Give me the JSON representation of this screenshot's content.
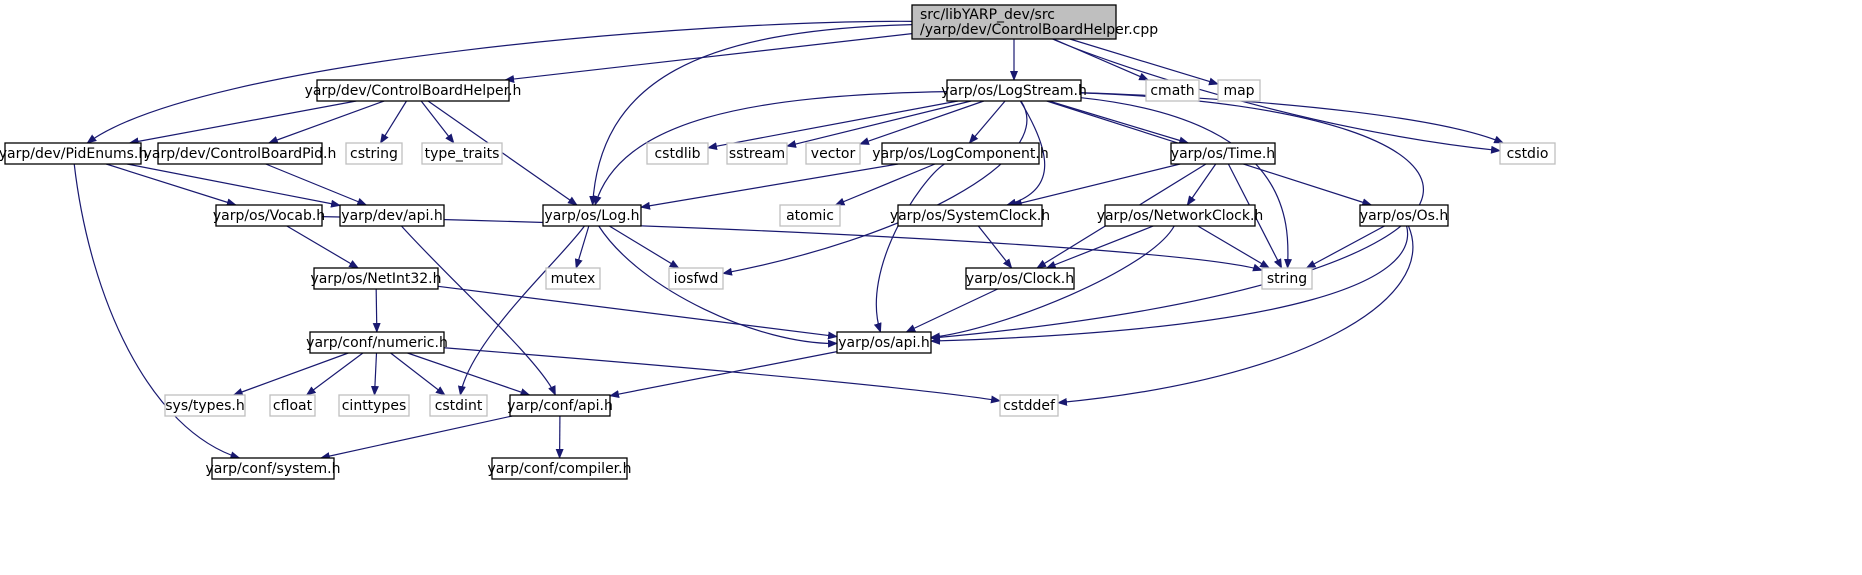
{
  "colors": {
    "edge": "#191970",
    "box_border": "#000000",
    "box_fill": "#ffffff",
    "root_fill": "#bfbfbf",
    "system_border": "#bfbfbf",
    "text": "#000000"
  },
  "nodes": [
    {
      "id": "root",
      "lines": [
        "src/libYARP_dev/src",
        "/yarp/dev/ControlBoardHelper.cpp"
      ],
      "kind": "root"
    },
    {
      "id": "cbh",
      "lines": [
        "yarp/dev/ControlBoardHelper.h"
      ],
      "kind": "project"
    },
    {
      "id": "pidenums",
      "lines": [
        "yarp/dev/PidEnums.h"
      ],
      "kind": "project"
    },
    {
      "id": "cbpid",
      "lines": [
        "yarp/dev/ControlBoardPid.h"
      ],
      "kind": "project"
    },
    {
      "id": "cstring",
      "lines": [
        "cstring"
      ],
      "kind": "system"
    },
    {
      "id": "type_traits",
      "lines": [
        "type_traits"
      ],
      "kind": "system"
    },
    {
      "id": "logstream",
      "lines": [
        "yarp/os/LogStream.h"
      ],
      "kind": "project"
    },
    {
      "id": "cmath",
      "lines": [
        "cmath"
      ],
      "kind": "system"
    },
    {
      "id": "map",
      "lines": [
        "map"
      ],
      "kind": "system"
    },
    {
      "id": "cstdio",
      "lines": [
        "cstdio"
      ],
      "kind": "system"
    },
    {
      "id": "cstdlib",
      "lines": [
        "cstdlib"
      ],
      "kind": "system"
    },
    {
      "id": "sstream",
      "lines": [
        "sstream"
      ],
      "kind": "system"
    },
    {
      "id": "vector",
      "lines": [
        "vector"
      ],
      "kind": "system"
    },
    {
      "id": "logcomponent",
      "lines": [
        "yarp/os/LogComponent.h"
      ],
      "kind": "project"
    },
    {
      "id": "time",
      "lines": [
        "yarp/os/Time.h"
      ],
      "kind": "project"
    },
    {
      "id": "vocab",
      "lines": [
        "yarp/os/Vocab.h"
      ],
      "kind": "project"
    },
    {
      "id": "devapi",
      "lines": [
        "yarp/dev/api.h"
      ],
      "kind": "project"
    },
    {
      "id": "log",
      "lines": [
        "yarp/os/Log.h"
      ],
      "kind": "project"
    },
    {
      "id": "atomic",
      "lines": [
        "atomic"
      ],
      "kind": "system"
    },
    {
      "id": "systemclock",
      "lines": [
        "yarp/os/SystemClock.h"
      ],
      "kind": "project"
    },
    {
      "id": "networkclock",
      "lines": [
        "yarp/os/NetworkClock.h"
      ],
      "kind": "project"
    },
    {
      "id": "os",
      "lines": [
        "yarp/os/Os.h"
      ],
      "kind": "project"
    },
    {
      "id": "netint32",
      "lines": [
        "yarp/os/NetInt32.h"
      ],
      "kind": "project"
    },
    {
      "id": "mutex",
      "lines": [
        "mutex"
      ],
      "kind": "system"
    },
    {
      "id": "iosfwd",
      "lines": [
        "iosfwd"
      ],
      "kind": "system"
    },
    {
      "id": "clock",
      "lines": [
        "yarp/os/Clock.h"
      ],
      "kind": "project"
    },
    {
      "id": "string",
      "lines": [
        "string"
      ],
      "kind": "system"
    },
    {
      "id": "numeric",
      "lines": [
        "yarp/conf/numeric.h"
      ],
      "kind": "project"
    },
    {
      "id": "osapi",
      "lines": [
        "yarp/os/api.h"
      ],
      "kind": "project"
    },
    {
      "id": "systypes",
      "lines": [
        "sys/types.h"
      ],
      "kind": "system"
    },
    {
      "id": "cfloat",
      "lines": [
        "cfloat"
      ],
      "kind": "system"
    },
    {
      "id": "cinttypes",
      "lines": [
        "cinttypes"
      ],
      "kind": "system"
    },
    {
      "id": "cstdint",
      "lines": [
        "cstdint"
      ],
      "kind": "system"
    },
    {
      "id": "confapi",
      "lines": [
        "yarp/conf/api.h"
      ],
      "kind": "project"
    },
    {
      "id": "cstddef",
      "lines": [
        "cstddef"
      ],
      "kind": "system"
    },
    {
      "id": "system",
      "lines": [
        "yarp/conf/system.h"
      ],
      "kind": "project"
    },
    {
      "id": "compiler",
      "lines": [
        "yarp/conf/compiler.h"
      ],
      "kind": "project"
    }
  ],
  "edges": [
    [
      "root",
      "cbh"
    ],
    [
      "root",
      "pidenums"
    ],
    [
      "root",
      "logstream"
    ],
    [
      "root",
      "log"
    ],
    [
      "root",
      "cmath"
    ],
    [
      "root",
      "map"
    ],
    [
      "root",
      "cstdio"
    ],
    [
      "cbh",
      "pidenums"
    ],
    [
      "cbh",
      "cbpid"
    ],
    [
      "cbh",
      "cstring"
    ],
    [
      "cbh",
      "type_traits"
    ],
    [
      "cbh",
      "log"
    ],
    [
      "pidenums",
      "vocab"
    ],
    [
      "pidenums",
      "devapi"
    ],
    [
      "pidenums",
      "system"
    ],
    [
      "cbpid",
      "devapi"
    ],
    [
      "logstream",
      "log"
    ],
    [
      "logstream",
      "cstdlib"
    ],
    [
      "logstream",
      "sstream"
    ],
    [
      "logstream",
      "vector"
    ],
    [
      "logstream",
      "logcomponent"
    ],
    [
      "logstream",
      "time"
    ],
    [
      "logstream",
      "os"
    ],
    [
      "logstream",
      "cstdio"
    ],
    [
      "logstream",
      "iosfwd"
    ],
    [
      "logstream",
      "systemclock"
    ],
    [
      "logstream",
      "string"
    ],
    [
      "logstream",
      "osapi"
    ],
    [
      "logcomponent",
      "log"
    ],
    [
      "logcomponent",
      "atomic"
    ],
    [
      "logcomponent",
      "osapi"
    ],
    [
      "time",
      "systemclock"
    ],
    [
      "time",
      "networkclock"
    ],
    [
      "time",
      "clock"
    ],
    [
      "time",
      "string"
    ],
    [
      "vocab",
      "netint32"
    ],
    [
      "vocab",
      "string"
    ],
    [
      "devapi",
      "confapi"
    ],
    [
      "log",
      "mutex"
    ],
    [
      "log",
      "iosfwd"
    ],
    [
      "log",
      "osapi"
    ],
    [
      "log",
      "cstdint"
    ],
    [
      "systemclock",
      "clock"
    ],
    [
      "networkclock",
      "clock"
    ],
    [
      "networkclock",
      "string"
    ],
    [
      "networkclock",
      "osapi"
    ],
    [
      "os",
      "string"
    ],
    [
      "os",
      "osapi"
    ],
    [
      "os",
      "cstddef"
    ],
    [
      "netint32",
      "numeric"
    ],
    [
      "netint32",
      "osapi"
    ],
    [
      "clock",
      "osapi"
    ],
    [
      "numeric",
      "systypes"
    ],
    [
      "numeric",
      "cfloat"
    ],
    [
      "numeric",
      "cinttypes"
    ],
    [
      "numeric",
      "cstdint"
    ],
    [
      "numeric",
      "confapi"
    ],
    [
      "numeric",
      "cstddef"
    ],
    [
      "osapi",
      "confapi"
    ],
    [
      "confapi",
      "system"
    ],
    [
      "confapi",
      "compiler"
    ]
  ]
}
